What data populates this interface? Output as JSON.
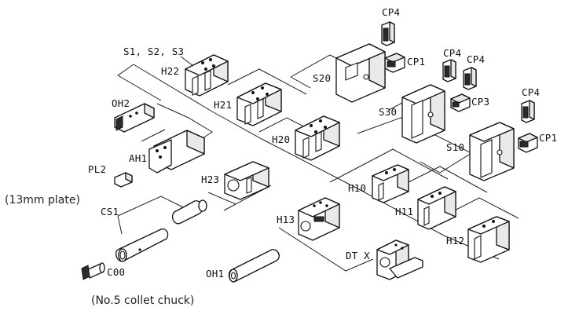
{
  "labels": {
    "cp4_top": "CP4",
    "s123": "S1, S2, S3",
    "h22": "H22",
    "s20": "S20",
    "cp1_top": "CP1",
    "cp4_mid_a": "CP4",
    "cp4_mid_b": "CP4",
    "oh2": "OH2",
    "h21": "H21",
    "s30": "S30",
    "cp3": "CP3",
    "cp4_right": "CP4",
    "h20": "H20",
    "s10": "S10",
    "cp1_right": "CP1",
    "ah1": "AH1",
    "pl2": "PL2",
    "h23": "H23",
    "h10": "H10",
    "plate_note": "(13mm plate)",
    "cs1": "CS1",
    "h11": "H11",
    "h13": "H13",
    "h12": "H12",
    "dtx": "DT X",
    "oh1": "OH1",
    "c00": "C00",
    "chuck_note": "(No.5 collet chuck)"
  }
}
